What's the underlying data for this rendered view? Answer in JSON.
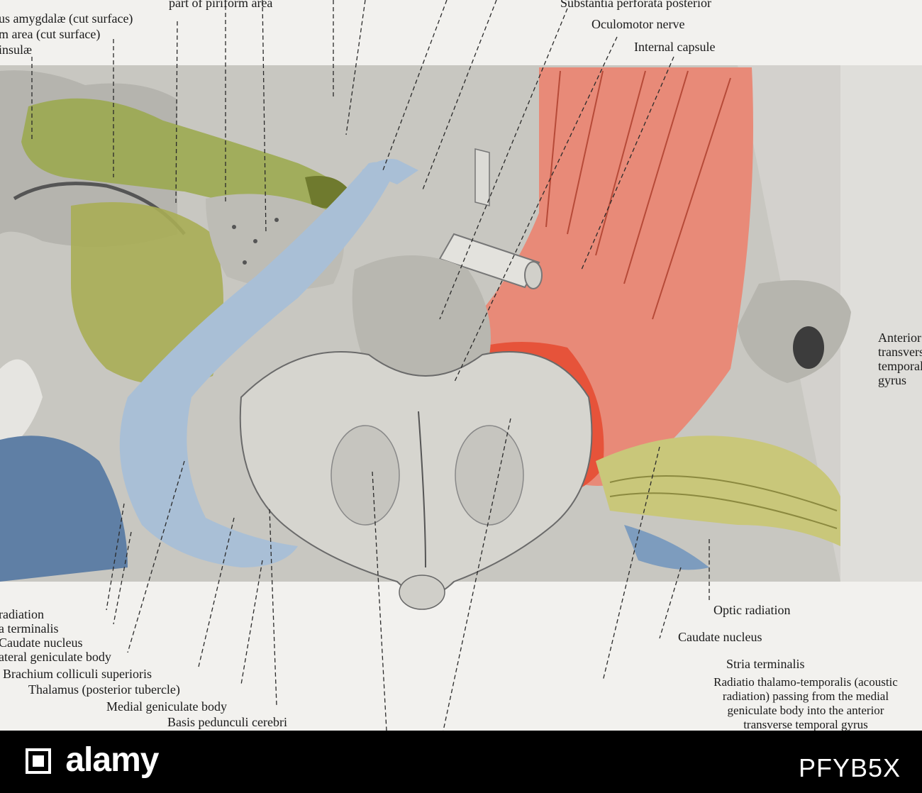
{
  "labels_top": {
    "piriform_part": "part of piriform area",
    "nucleus_amygdalae": "us amygdalæ (cut surface)",
    "piriform_cut": "m area (cut surface)",
    "insulae": "insulæ",
    "substantia_perforata": "Substantia perforata posterior",
    "oculomotor": "Oculomotor nerve",
    "internal_capsule": "Internal capsule"
  },
  "labels_right": {
    "anterior_transverse": [
      "Anterior",
      "transverse",
      "temporal",
      "gyrus"
    ]
  },
  "labels_bottom_left": {
    "optic_radiation": "radiation",
    "stria_terminalis": "a terminalis",
    "caudate_nucleus": "Caudate nucleus",
    "lateral_geniculate": "ateral geniculate body",
    "brachium": "Brachium colliculi superioris",
    "thalamus": "Thalamus (posterior tubercle)",
    "medial_geniculate": "Medial geniculate body",
    "basis_pedunculi": "Basis pedunculi cerebri"
  },
  "labels_bottom_right": {
    "optic_radiation": "Optic radiation",
    "caudate_nucleus": "Caudate nucleus",
    "stria_terminalis": "Stria terminalis",
    "radiatio": [
      "Radiatio thalamo-temporalis (acoustic",
      "radiation) passing from the medial",
      "geniculate body into the anterior",
      "transverse temporal gyrus"
    ]
  },
  "watermark": {
    "brand": "alamy",
    "image_id": "PFYB5X"
  },
  "colors": {
    "internal_capsule": "#e88a78",
    "internal_capsule_cut": "#e6533a",
    "optic_tract": "#a9bfd6",
    "stria_yellow": "#c9c77a",
    "amygdala_green": "#9aa84a",
    "background_tissue": "#c9c8c2"
  }
}
